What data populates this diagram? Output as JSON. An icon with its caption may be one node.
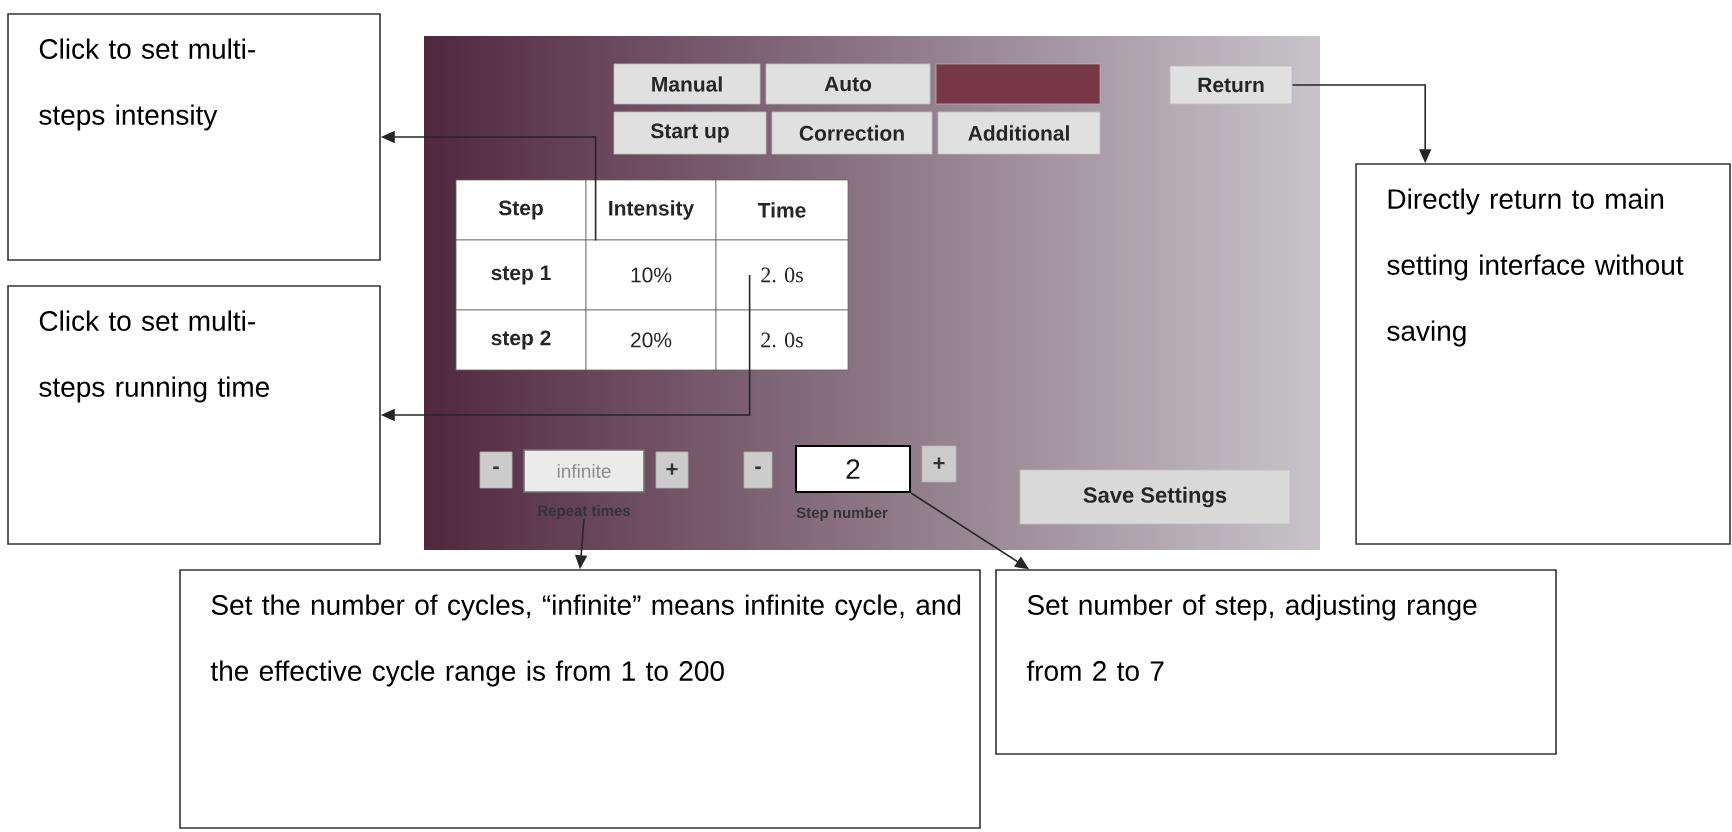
{
  "diagram": {
    "nodes": [
      {
        "text": [
          "Click to set multi-steps intensity"
        ]
      },
      {
        "text": [
          "Click to set multi-steps running time"
        ]
      },
      {
        "text": [
          "Manual"
        ]
      },
      {
        "text": [
          "Auto"
        ]
      },
      {
        "text": [],
        "shape": "box"
      },
      {
        "text": [
          "Return"
        ]
      },
      {
        "text": [
          "Start up"
        ]
      },
      {
        "text": [
          "Correction"
        ]
      },
      {
        "text": [
          "Additional"
        ]
      },
      {
        "text": [
          "Step"
        ]
      },
      {
        "text": [
          "Intensity"
        ]
      },
      {
        "text": [
          "Time"
        ]
      },
      {
        "text": [
          "step 1"
        ]
      },
      {
        "text": [
          "10%"
        ]
      },
      {
        "text": [
          "2. 0s"
        ]
      },
      {
        "text": [
          "step 2"
        ]
      },
      {
        "text": [
          "20%"
        ]
      },
      {
        "text": [
          "2. 0s"
        ]
      },
      {
        "text": [
          "-"
        ]
      },
      {
        "text": [
          "infinite"
        ]
      },
      {
        "text": [
          "+"
        ]
      },
      {
        "text": [
          "-"
        ]
      },
      {
        "text": [
          "2"
        ]
      },
      {
        "text": [
          "+"
        ]
      },
      {
        "text": [
          "Save Settings"
        ]
      },
      {
        "text": [
          "Directly return to main setting interface without saving"
        ]
      },
      {
        "text": [
          "Set the number of cycles, “infinite” means infinite cycle, and the effective cycle range is from 1 to 200"
        ]
      },
      {
        "text": [
          "Set number of step, adjusting range from 2 to 7"
        ]
      }
    ],
    "edges": [
      {
        "from": 10,
        "to": 0,
        "arrow": "to"
      },
      {
        "from": 14,
        "to": 1,
        "arrow": "to"
      },
      {
        "from": 5,
        "to": 25,
        "arrow": "to"
      },
      {
        "from": 19,
        "to": 26,
        "arrow": "to"
      },
      {
        "from": 22,
        "to": 27,
        "arrow": "to"
      }
    ],
    "labels": [
      "Repeat times",
      "Step number"
    ]
  }
}
